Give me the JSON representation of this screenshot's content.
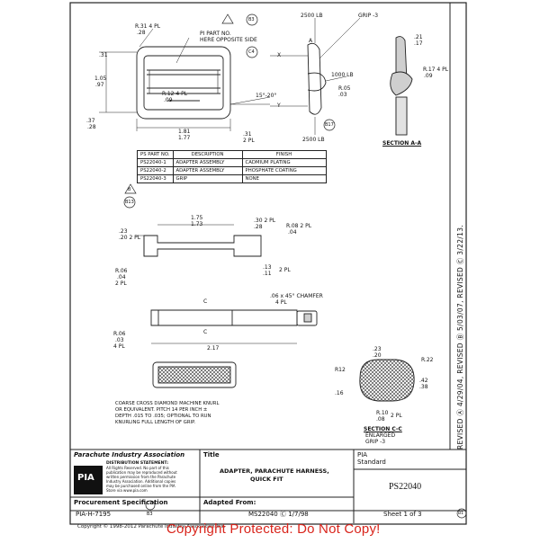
{
  "drawing": {
    "top_view": {
      "r_top": "R.31 4 PL",
      "r_top_sub": ".28",
      "part_note": "PI PART NO.",
      "part_note2": "HERE OPPOSITE SIDE",
      "flag_b3": "B3",
      "flag_c4": "C4",
      "dim_31": ".31",
      "dim_105": "1.05",
      "dim_105b": ".97",
      "r_inner": "R.12 4 PL",
      "r_inner_sub": ".09",
      "dim_37": ".37",
      "dim_37b": ".28",
      "dim_181": "1.81",
      "dim_177": "1.77",
      "dim_31b": ".31",
      "dim_2pl": "2 PL",
      "x_label": "X",
      "y_label": "Y",
      "angle": "15°-20°"
    },
    "side_view": {
      "load_top": "2500 LB",
      "grip": "GRIP -3",
      "load_mid": "1000 LB",
      "r_side": "R.05",
      "r_side_sub": ".03",
      "load_bottom": "2500 LB",
      "flag_b17": "B17",
      "flag_a": "A"
    },
    "section_a": {
      "dim_21": ".21",
      "dim_17": ".17",
      "r_17": "R.17 4 PL",
      "r_17_sub": ".09",
      "caption": "SECTION A-A"
    },
    "table": {
      "headers": [
        "PS PART NO.",
        "DESCRIPTION",
        "FINISH"
      ],
      "rows": [
        [
          "PS22040-1",
          "ADAPTER ASSEMBLY",
          "CADMIUM PLATING"
        ],
        [
          "PS22040-2",
          "ADAPTER ASSEMBLY",
          "PHOSPHATE COATING"
        ],
        [
          "PS22040-3",
          "GRIP",
          "NONE"
        ]
      ],
      "flag_b": "B",
      "flag_b13": "B13"
    },
    "mid_view": {
      "dim_23": ".23",
      "dim_2pl": ".20 2 PL",
      "dim_175": "1.75",
      "dim_173": "1.73",
      "dim_30": ".30 2 PL",
      "dim_30b": ".28",
      "r_06": "R.06",
      "r_06b": ".04",
      "r_06_2pl": "2 PL",
      "r_08": "R.08 2 PL",
      "r_08b": ".04",
      "dim_13": ".13",
      "dim_13b": ".11",
      "dim_13_2pl": "2 PL"
    },
    "lower_view": {
      "chamfer": ".06 x 45° CHAMFER",
      "chamfer_pl": "4 PL",
      "c_label": "C",
      "r_06": "R.06",
      "r_06b": ".03",
      "r_4pl": "4 PL",
      "dim_217": "2.17"
    },
    "knurl_note": [
      "COARSE CROSS DIAMOND MACHINE KNURL",
      "OR EQUIVALENT. PITCH 14 PER INCH ±",
      "DEPTH .015 TO .035; OPTIONAL TO RUN",
      "KNURLING FULL LENGTH OF GRIP."
    ],
    "section_c": {
      "dim_23": ".23",
      "dim_20": ".20",
      "r_22": "R.22",
      "r_12": "R12",
      "dim_16": ".16",
      "dim_42": ".42",
      "dim_38": ".38",
      "r_10": "R.10",
      "r_10b": ".08",
      "r_2pl": "2 PL",
      "caption": "SECTION C-C",
      "enlarged": "ENLARGED",
      "grip": "GRIP -3"
    },
    "revised": "REVISED Ⓐ 4/29/04, REVISED Ⓑ 5/03/07, REVISED Ⓒ 3/22/13."
  },
  "title_block": {
    "org": "Parachute Industry Association",
    "logo": "PIA",
    "dist_heading": "DISTRIBUTION STATEMENT:",
    "dist_lines": [
      "All Rights Reserved. No part of this",
      "publication may be reproduced without",
      "written permission from the Parachute",
      "Industry Association. Additional copies",
      "may be purchased online from the PIA",
      "Store via www.pia.com"
    ],
    "proc_label": "Procurement Specification",
    "proc_value": "PIA-H-7195",
    "proc_flag": "B3",
    "title_label": "Title",
    "title_1": "ADAPTER, PARACHUTE HARNESS,",
    "title_2": "QUICK FIT",
    "adapted_label": "Adapted From:",
    "adapted_value": "MS22040 Ⓒ 1/7/98",
    "std_1": "PIA",
    "std_2": "Standard",
    "doc_no": "PS22040",
    "sheet": "Sheet 1 of 3",
    "sheet_flag": "B1"
  },
  "footer": {
    "copyright_small": "Copyright © 1998-2012 Parachute Industry Association Inc.",
    "copyright_red": "Copyright Protected: Do Not Copy!"
  }
}
